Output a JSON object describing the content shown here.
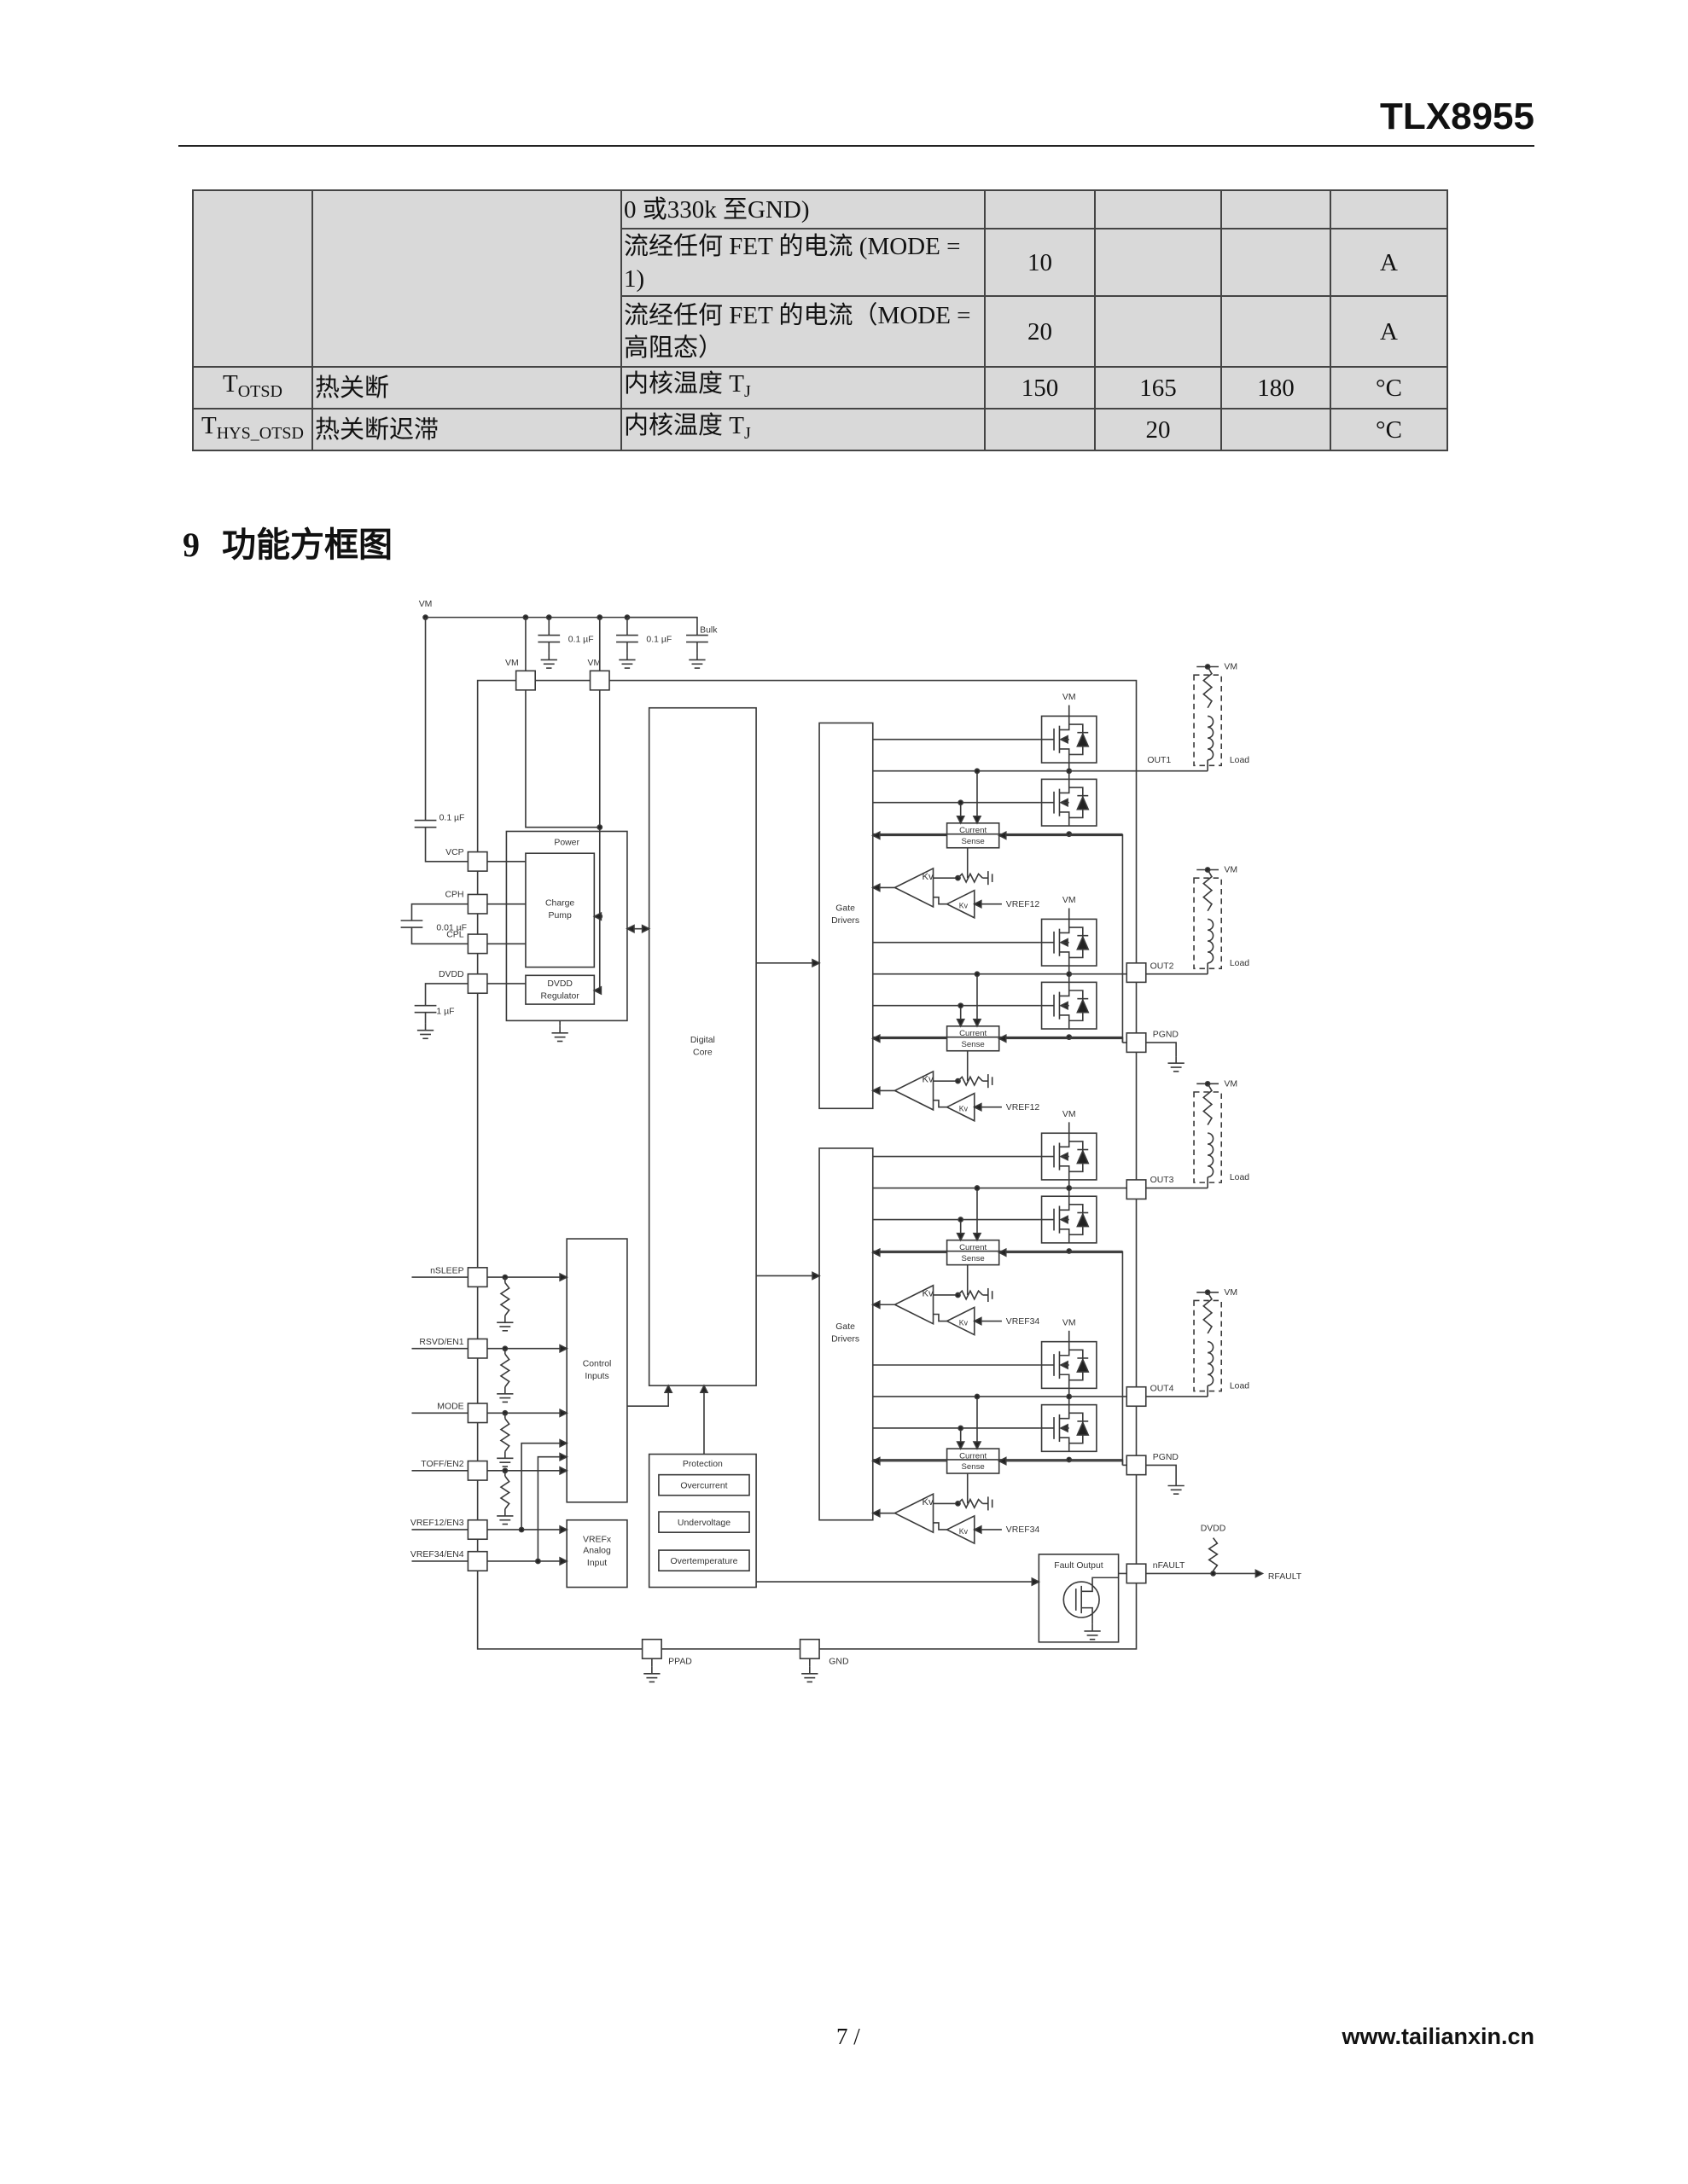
{
  "header": {
    "part_number": "TLX8955"
  },
  "table": {
    "rows": [
      {
        "condition": "0 或330k 至GND)",
        "min": "",
        "typ": "",
        "max": "",
        "unit": ""
      },
      {
        "condition": "流经任何 FET 的电流 (MODE = 1)",
        "min": "10",
        "typ": "",
        "max": "",
        "unit": "A"
      },
      {
        "condition": "流经任何 FET 的电流（MODE = 高阻态）",
        "min": "20",
        "typ": "",
        "max": "",
        "unit": "A"
      },
      {
        "symbol_main": "T",
        "symbol_sub": "OTSD",
        "parameter": "热关断",
        "condition": "内核温度 T",
        "condition_sub": "J",
        "min": "150",
        "typ": "165",
        "max": "180",
        "unit": "°C"
      },
      {
        "symbol_main": "T",
        "symbol_sub": "HYS_OTSD",
        "parameter": "热关断迟滞",
        "condition": "内核温度 T",
        "condition_sub": "J",
        "min": "",
        "typ": "20",
        "max": "",
        "unit": "°C"
      }
    ]
  },
  "section": {
    "number": "9",
    "title": "功能方框图"
  },
  "diagram": {
    "vm": "VM",
    "cap_100n": "0.1 µF",
    "bulk": "Bulk",
    "cap_10n": "0.01 µF",
    "cap_1u": "1 µF",
    "power": "Power",
    "charge_pump": [
      "Charge",
      "Pump"
    ],
    "dvdd_regulator": [
      "DVDD",
      "Regulator"
    ],
    "digital_core": [
      "Digital",
      "Core"
    ],
    "gate_drivers": [
      "Gate",
      "Drivers"
    ],
    "control_inputs": [
      "Control",
      "Inputs"
    ],
    "vrefx": [
      "VREFx",
      "Analog",
      "Input"
    ],
    "protection": "Protection",
    "overcurrent": "Overcurrent",
    "undervoltage": "Undervoltage",
    "overtemperature": "Overtemperature",
    "fault_output": "Fault Output",
    "current_sense": [
      "Current",
      "Sense"
    ],
    "kv": "Kv",
    "load": "Load",
    "vref12": "VREF12",
    "vref34": "VREF34",
    "dvdd": "DVDD",
    "rfault": "RFAULT",
    "left_pins": [
      "VCP",
      "CPH",
      "CPL",
      "DVDD",
      "nSLEEP",
      "RSVD/EN1",
      "MODE",
      "TOFF/EN2",
      "VREF12/EN3",
      "VREF34/EN4"
    ],
    "outputs": [
      "OUT1",
      "OUT2",
      "OUT3",
      "OUT4"
    ],
    "pgnd": "PGND",
    "nfault": "nFAULT",
    "ppad": "PPAD",
    "gnd": "GND"
  },
  "footer": {
    "page": "7 /",
    "website": "www.tailianxin.cn"
  }
}
